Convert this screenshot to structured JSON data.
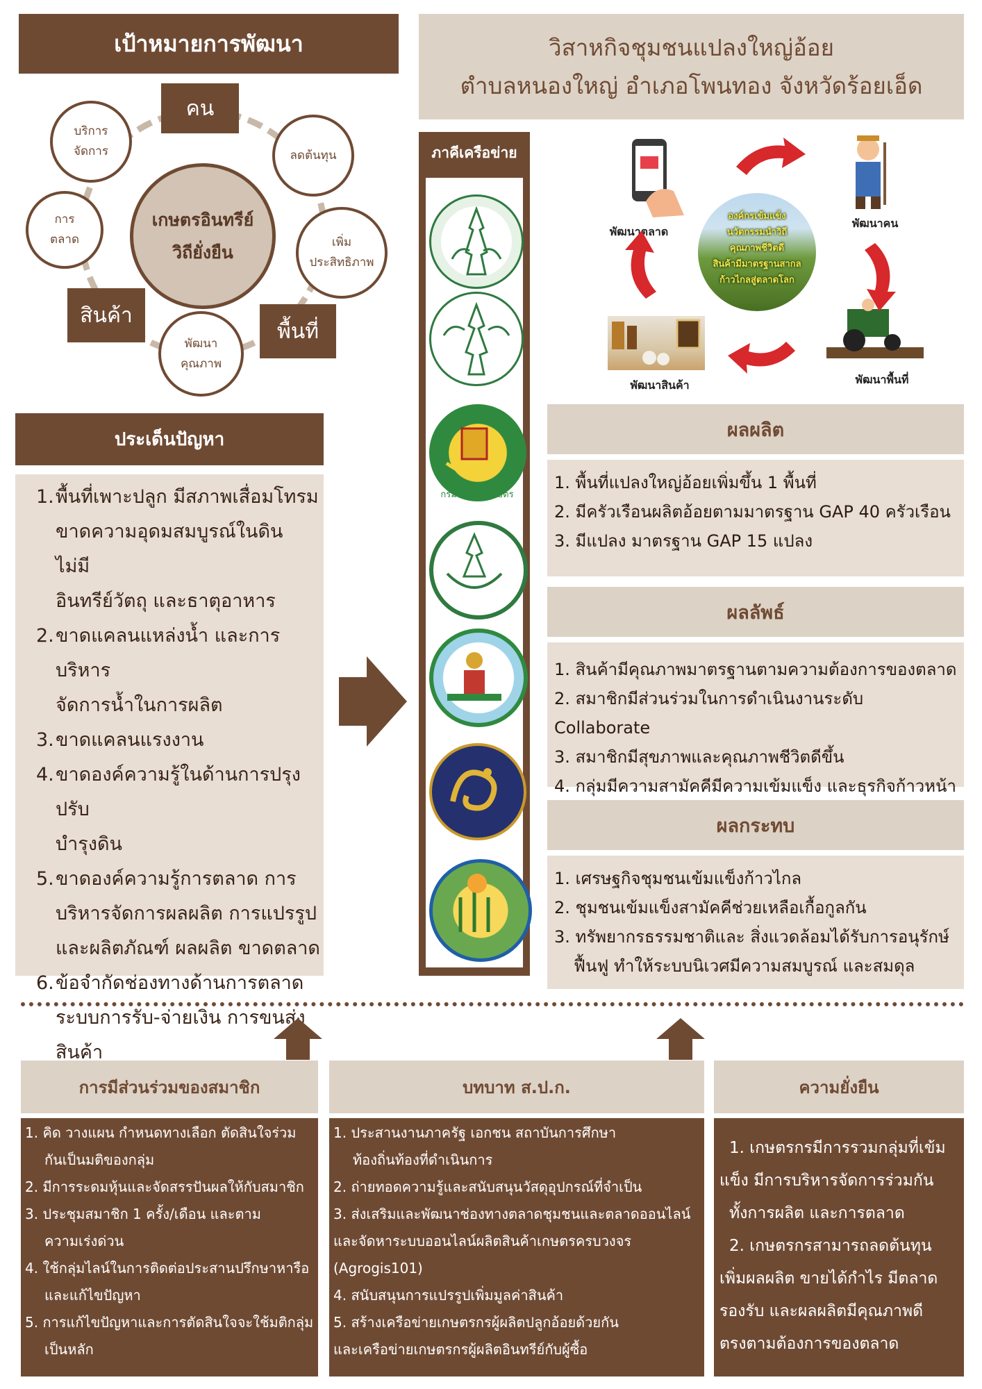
{
  "goal": {
    "title": "เป้าหมายการพัฒนา",
    "center": [
      "เกษตรอินทรีย์",
      "วิถียั่งยืน"
    ],
    "nodes": {
      "people": "คน",
      "cost": "ลดต้นทุน",
      "efficiency": [
        "เพิ่ม",
        "ประสิทธิภาพ"
      ],
      "area": "พื้นที่",
      "quality": [
        "พัฒนา",
        "คุณภาพ"
      ],
      "product": "สินค้า",
      "market": [
        "การ",
        "ตลาด"
      ],
      "service": [
        "บริการ",
        "จัดการ"
      ]
    }
  },
  "problems": {
    "title": "ประเด็นปัญหา",
    "items": [
      {
        "num": "1.",
        "lines": [
          "พื้นที่เพาะปลูก มีสภาพเสื่อมโทรม",
          "ขาดความอุดมสมบูรณ์ในดิน ไม่มี",
          "อินทรีย์วัตถุ และธาตุอาหาร"
        ]
      },
      {
        "num": "2.",
        "lines": [
          "ขาดแคลนแหล่งน้ำ และการบริหาร",
          "จัดการน้ำในการผลิต"
        ]
      },
      {
        "num": "3.",
        "lines": [
          "ขาดแคลนแรงงาน"
        ]
      },
      {
        "num": "4.",
        "lines": [
          "ขาดองค์ความรู้ในด้านการปรุงปรับ",
          "บำรุงดิน"
        ]
      },
      {
        "num": "5.",
        "lines": [
          "ขาดองค์ความรู้การตลาด การ",
          "บริหารจัดการผลผลิต การแปรรูป",
          "และผลิตภัณฑ์ ผลผลิต ขาดตลาด"
        ]
      },
      {
        "num": "6.",
        "lines": [
          "ข้อจำกัดช่องทางด้านการตลาด",
          "ระบบการรับ-จ่ายเงิน การขนส่ง",
          "สินค้า"
        ]
      }
    ]
  },
  "header": {
    "line1": "วิสาหกิจชุมชนแปลงใหญ่อ้อย",
    "line2": "ตำบลหนองใหญ่ อำเภอโพนทอง จังหวัดร้อยเอ็ด"
  },
  "partners": {
    "title": "ภาคีเครือข่าย",
    "logo3_text": "กรมวิชาการเกษตร"
  },
  "cycle": {
    "center_lines": [
      "องค์กรเข้มแข็ง",
      "นวัตกรรมนำวิถี",
      "คุณภาพชีวิตดี",
      "สินค้ามีมาตรฐานสากล",
      "ก้าวไกลสู่ตลาดโลก"
    ],
    "market": "พัฒนาตลาด",
    "people": "พัฒนาคน",
    "area": "พัฒนาพื้นที่",
    "product": "พัฒนาสินค้า"
  },
  "output": {
    "title": "ผลผลิต",
    "items": [
      "1. พื้นที่แปลงใหญ่อ้อยเพิ่มขึ้น 1 พื้นที่",
      "2. มีครัวเรือนผลิตอ้อยตามมาตรฐาน GAP 40 ครัวเรือน",
      "3. มีแปลง มาตรฐาน GAP 15 แปลง"
    ]
  },
  "outcome": {
    "title": "ผลลัพธ์",
    "items": [
      "1. สินค้ามีคุณภาพมาตรฐานตามความต้องการของตลาด",
      "2. สมาชิกมีส่วนร่วมในการดำเนินงานระดับ Collaborate",
      "3. สมาชิกมีสุขภาพและคุณภาพชีวิตดีขึ้น",
      "4. กลุ่มมีความสามัคคีมีความเข้มแข็ง และธุรกิจก้าวหน้า"
    ]
  },
  "impact": {
    "title": "ผลกระทบ",
    "items": [
      "1. เศรษฐกิจชุมชนเข้มแข็งก้าวไกล",
      "2. ชุมชนเข้มแข็งสามัคคีช่วยเหลือเกื้อกูลกัน",
      "3. ทรัพยากรธรรมชาติและ สิ่งแวดล้อมได้รับการอนุรักษ์",
      "ฟื้นฟู ทำให้ระบบนิเวศมีความสมบูรณ์ และสมดุล"
    ]
  },
  "participation": {
    "title": "การมีส่วนร่วมของสมาชิก",
    "lines": [
      "1. คิด วางแผน กำหนดทางเลือก ตัดสินใจร่วม",
      "กันเป็นมติของกลุ่ม",
      "2. มีการระดมหุ้นและจัดสรรปันผลให้กับสมาชิก",
      "3. ประชุมสมาชิก 1 ครั้ง/เดือน และตาม",
      "ความเร่งด่วน",
      "4. ใช้กลุ่มไลน์ในการติดต่อประสานปรึกษาหารือ",
      "และแก้ไขปัญหา",
      "5. การแก้ไขปัญหาและการตัดสินใจจะใช้มติกลุ่ม",
      "เป็นหลัก"
    ]
  },
  "role": {
    "title": "บทบาท ส.ป.ก.",
    "lines": [
      "1. ประสานงานภาครัฐ เอกชน สถาบันการศึกษา",
      "ท้องถิ่นท้องที่ดำเนินการ",
      "2. ถ่ายทอดความรู้และสนับสนุนวัสดุอุปกรณ์ที่จำเป็น",
      "3. ส่งเสริมและพัฒนาช่องทางตลาดชุมชนและตลาดออนไลน์",
      "และจัดหาระบบออนไลน์ผลิตสินค้าเกษตรครบวงจร",
      "(Agrogis101)",
      "4. สนับสนุนการแปรรูปเพิ่มมูลค่าสินค้า",
      "5. สร้างเครือข่ายเกษตรกรผู้ผลิตปลูกอ้อยด้วยกัน",
      "และเครือข่ายเกษตรกรผู้ผลิตอินทรีย์กับผู้ซื้อ"
    ]
  },
  "sustain": {
    "title": "ความยั่งยืน",
    "lines": [
      "1. เกษตรกรมีการรวมกลุ่มที่เข้ม",
      "แข็ง มีการบริหารจัดการร่วมกัน",
      "ทั้งการผลิต และการตลาด",
      "2. เกษตรกรสามารถลดต้นทุน",
      "เพิ่มผลผลิต ขายได้กำไร มีตลาด",
      "รองรับ และผลผลิตมีคุณภาพดี",
      "ตรงตามต้องการของตลาด"
    ]
  },
  "colors": {
    "brown": "#6f4a33",
    "beige": "#ddd2c6",
    "red_arrow": "#d7282b"
  }
}
